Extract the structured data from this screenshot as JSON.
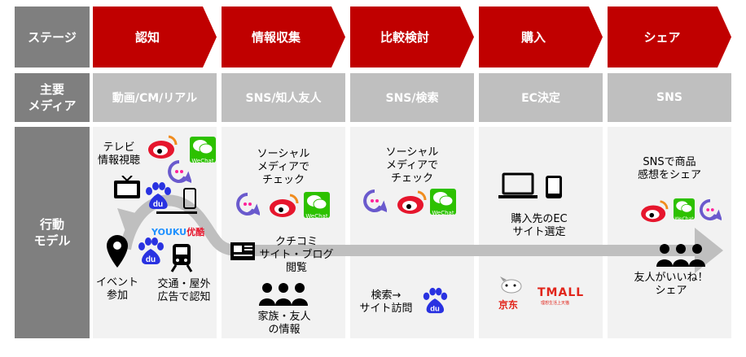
{
  "row_headers": {
    "stage": "ステージ",
    "media_line1": "主要",
    "media_line2": "メディア",
    "behavior_line1": "行動",
    "behavior_line2": "モデル"
  },
  "stages": [
    "認知",
    "比較検討",
    "購入",
    "シェア"
  ],
  "stage_info": "情報収集",
  "media": [
    "動画/CM/リアル",
    "SNS/知人友人",
    "SNS/検索",
    "EC決定",
    "SNS"
  ],
  "behavior": {
    "tv_label": "テレビ\n情報視聴",
    "event_label": "イベント\n参加",
    "transport_label": "交通・屋外\n広告で認知",
    "social_check_1": "ソーシャル\nメディアで\nチェック",
    "kuchikomi": "クチコミ\nサイト・ブログ\n閲覧",
    "family": "家族・友人\nの情報",
    "social_check_2": "ソーシャル\nメディアで\nチェック",
    "search": "検索→\nサイト訪問",
    "ec_select": "購入先のEC\nサイト選定",
    "sns_share": "SNSで商品\n感想をシェア",
    "like_share": "友人がいいね！\nシェア"
  },
  "logos": {
    "wechat": "WeChat",
    "youku": "YOUKU",
    "youku_cn": "优酷",
    "jd": "京东",
    "tmall": "TMALL",
    "tmall_sub": "理想生活上天猫"
  },
  "colors": {
    "stage_red": "#c00000",
    "header_gray": "#7f7f7f",
    "media_gray": "#bfbfbf",
    "panel_bg": "#f2f2f2",
    "arrow_gray": "#bfbfbf"
  }
}
